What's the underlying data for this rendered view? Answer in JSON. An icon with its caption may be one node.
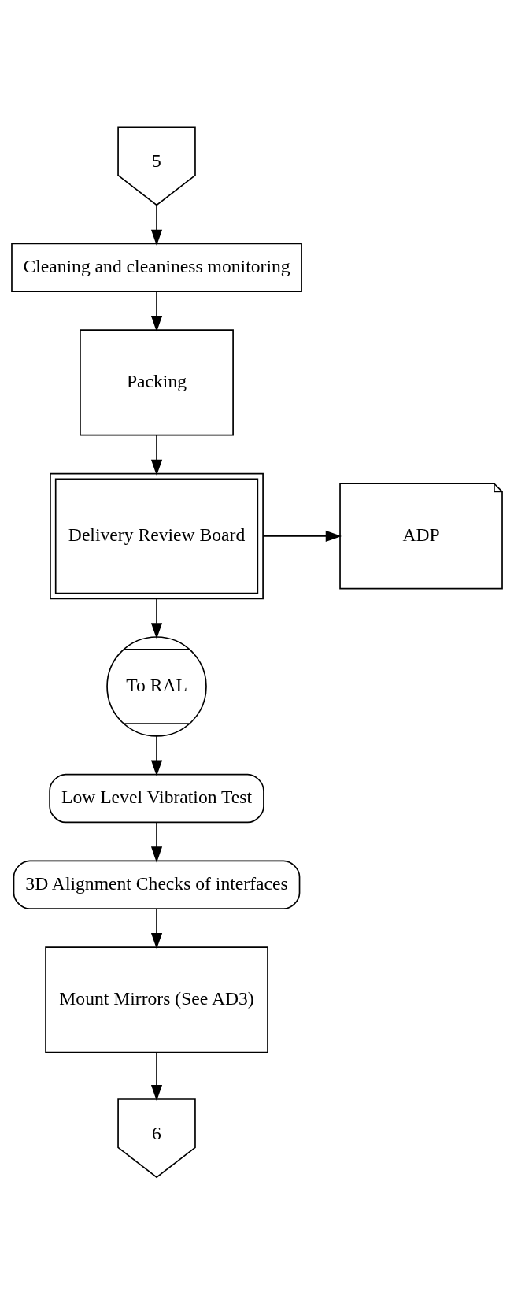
{
  "diagram": {
    "nodes": [
      {
        "text": [
          "5"
        ]
      },
      {
        "text": [
          "Cleaning and cleaniness monitoring"
        ]
      },
      {
        "text": [
          "Packing"
        ]
      },
      {
        "text": [
          "Delivery Review Board"
        ]
      },
      {
        "text": [
          "ADP"
        ]
      },
      {
        "text": [
          "To RAL"
        ]
      },
      {
        "text": [
          "Low Level Vibration Test"
        ]
      },
      {
        "text": [
          "3D Alignment Checks of interfaces"
        ]
      },
      {
        "text": [
          "Mount Mirrors (See AD3)"
        ]
      },
      {
        "text": [
          "6"
        ]
      }
    ],
    "edges": [
      {
        "from": 0,
        "to": 1,
        "arrow": "to"
      },
      {
        "from": 1,
        "to": 2,
        "arrow": "to"
      },
      {
        "from": 2,
        "to": 3,
        "arrow": "to"
      },
      {
        "from": 3,
        "to": 4,
        "arrow": "to"
      },
      {
        "from": 3,
        "to": 5,
        "arrow": "to"
      },
      {
        "from": 5,
        "to": 6,
        "arrow": "to"
      },
      {
        "from": 6,
        "to": 7,
        "arrow": "to"
      },
      {
        "from": 7,
        "to": 8,
        "arrow": "to"
      },
      {
        "from": 8,
        "to": 9,
        "arrow": "to"
      }
    ]
  }
}
